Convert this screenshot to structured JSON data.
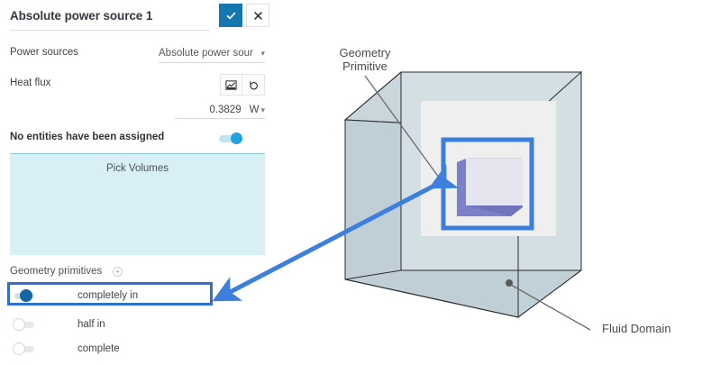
{
  "panel": {
    "title": "Absolute power source 1",
    "confirm_label": "Confirm",
    "cancel_label": "Close",
    "fields": {
      "power_sources_label": "Power sources",
      "power_sources_value": "Absolute power sour",
      "heat_flux_label": "Heat flux",
      "heat_flux_value": "0.3829",
      "heat_flux_unit": "W",
      "chart_button_title": "Table / chart input",
      "reset_button_title": "Reset to default"
    },
    "entities": {
      "message": "No entities have been assigned",
      "toggle_state": "on"
    },
    "pick_volumes": {
      "label": "Pick Volumes"
    },
    "geometry_primitives": {
      "label": "Geometry primitives",
      "add_label": "+",
      "options": [
        {
          "label": "completely in",
          "selected": true
        },
        {
          "label": "half in",
          "selected": false
        },
        {
          "label": "complete",
          "selected": false
        }
      ]
    }
  },
  "illustration": {
    "callouts": {
      "geometry_primitive_line1": "Geometry",
      "geometry_primitive_line2": "Primitive",
      "fluid_domain": "Fluid Domain"
    }
  },
  "colors": {
    "accent_blue": "#1676b0",
    "toggle_blue": "#21a3e0",
    "highlight_blue": "#2f6fd0",
    "arrow_blue": "#3d7fdc",
    "pick_volumes_bg": "#d9eff6",
    "domain_face": "#c5d2d9",
    "domain_face_dark": "#a8c3cf",
    "primitive_light": "#e2e4ee",
    "primitive_dark": "#7b80c8"
  }
}
